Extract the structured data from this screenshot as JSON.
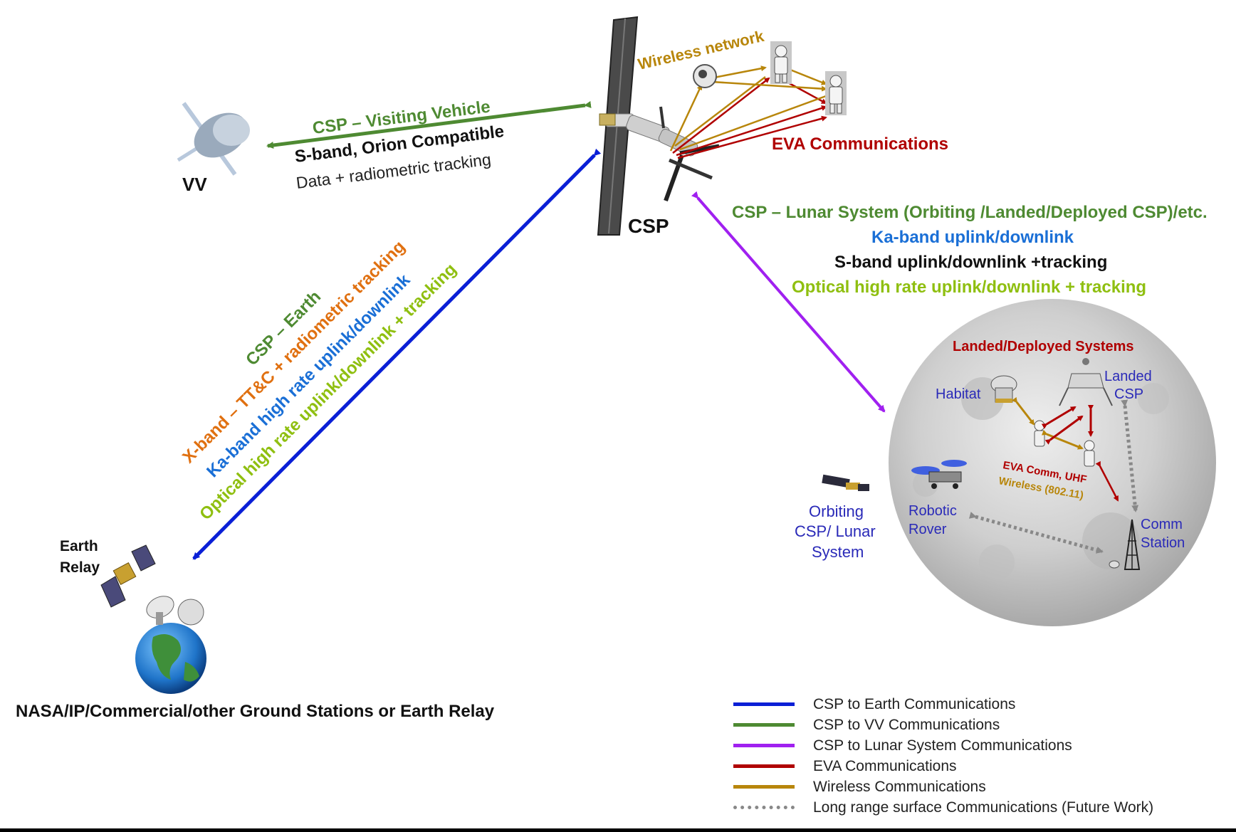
{
  "nodes": {
    "vv": "VV",
    "csp": "CSP",
    "earth_relay_line1": "Earth",
    "earth_relay_line2": "Relay",
    "ground": "NASA/IP/Commercial/other Ground Stations or Earth Relay",
    "orbiting_line1": "Orbiting",
    "orbiting_line2": "CSP/ Lunar",
    "orbiting_line3": "System"
  },
  "vv_link": {
    "title": "CSP – Visiting Vehicle",
    "line2": "S-band, Orion Compatible",
    "line3": "Data + radiometric tracking"
  },
  "csp_annotations": {
    "wireless": "Wireless network",
    "eva": "EVA Communications"
  },
  "lunar_link": {
    "line1": "CSP – Lunar System (Orbiting /Landed/Deployed CSP)/etc.",
    "line2": "Ka-band uplink/downlink",
    "line3": "S-band uplink/downlink +tracking",
    "line4": "Optical high rate uplink/downlink + tracking"
  },
  "earth_link": {
    "line1": "CSP – Earth",
    "line2": "X-band – TT&C + radiometric tracking",
    "line3": "Ka-band high rate uplink/downlink",
    "line4": "Optical high rate uplink/downlink + tracking"
  },
  "moon": {
    "title": "Landed/Deployed Systems",
    "habitat": "Habitat",
    "landed_line1": "Landed",
    "landed_line2": "CSP",
    "eva_comm": "EVA Comm, UHF",
    "wireless": "Wireless (802.11)",
    "rover_line1": "Robotic",
    "rover_line2": "Rover",
    "comm_line1": "Comm",
    "comm_line2": "Station"
  },
  "legend": [
    {
      "label": "CSP to Earth Communications",
      "color": "#0a1fd6",
      "style": "solid"
    },
    {
      "label": "CSP to VV Communications",
      "color": "#4e8a32",
      "style": "solid"
    },
    {
      "label": "CSP to Lunar System Communications",
      "color": "#a020f0",
      "style": "solid"
    },
    {
      "label": "EVA Communications",
      "color": "#b00000",
      "style": "solid"
    },
    {
      "label": "Wireless Communications",
      "color": "#b8860b",
      "style": "solid"
    },
    {
      "label": "Long range surface Communications (Future Work)",
      "color": "#888888",
      "style": "dotted"
    }
  ],
  "colors": {
    "earth": "#0a1fd6",
    "vv": "#4e8a32",
    "lunar": "#a020f0",
    "eva": "#b00000",
    "wireless": "#b8860b",
    "future": "#888888",
    "orange": "#e07010",
    "ka_blue": "#1a6fd6",
    "optical": "#8fbf10",
    "moon_blue": "#2a2ab8"
  },
  "icons": [
    "visiting-vehicle-icon",
    "gateway-station-icon",
    "astronaut-icon",
    "satellite-icon",
    "ground-antenna-icon",
    "earth-globe-icon",
    "moon-icon",
    "habitat-icon",
    "lander-icon",
    "rover-icon",
    "comm-tower-icon"
  ]
}
